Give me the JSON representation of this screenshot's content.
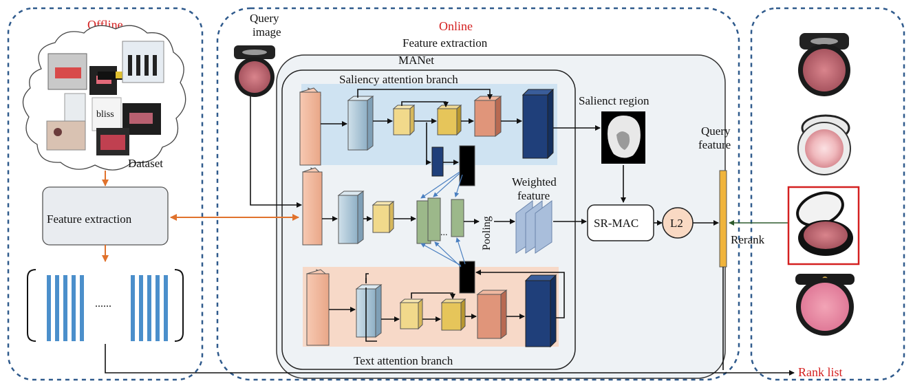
{
  "panels": {
    "offline_label": "Offline",
    "online_label": "Online"
  },
  "labels": {
    "query_image": [
      "Query",
      "image"
    ],
    "feature_extraction_top": "Feature extraction",
    "manet": "MANet",
    "saliency_branch": "Saliency attention branch",
    "text_branch": "Text attention branch",
    "salient_region": "Salienct region",
    "weighted_feature": [
      "Weighted",
      "feature"
    ],
    "pooling": "Pooling",
    "sr_mac": "SR-MAC",
    "l2": "L2",
    "query_feature": [
      "Query",
      "feature"
    ],
    "rerank": "Rerank",
    "dataset": "Dataset",
    "offline_feature_extraction": "Feature extraction",
    "ellipsis": "......",
    "rank_list": "Rank list"
  },
  "colors": {
    "dashed_border": "#2f5a8c",
    "offline_red": "#d42020",
    "orange_arrow": "#e0722c",
    "saliency_bg": "#cfe3f2",
    "text_bg": "#f7d9c8",
    "manet_bg": "#eef2f5",
    "query_bar": "#f0b43c",
    "dark_blue_block": "#1f3f7a",
    "l2_fill": "#f9d9c3",
    "highlight_border": "#d42020"
  },
  "icons": [
    "query-blush-compact-icon",
    "dataset-products-cloud-icon",
    "saliency-mask-icon",
    "ranked-compact-icon"
  ]
}
